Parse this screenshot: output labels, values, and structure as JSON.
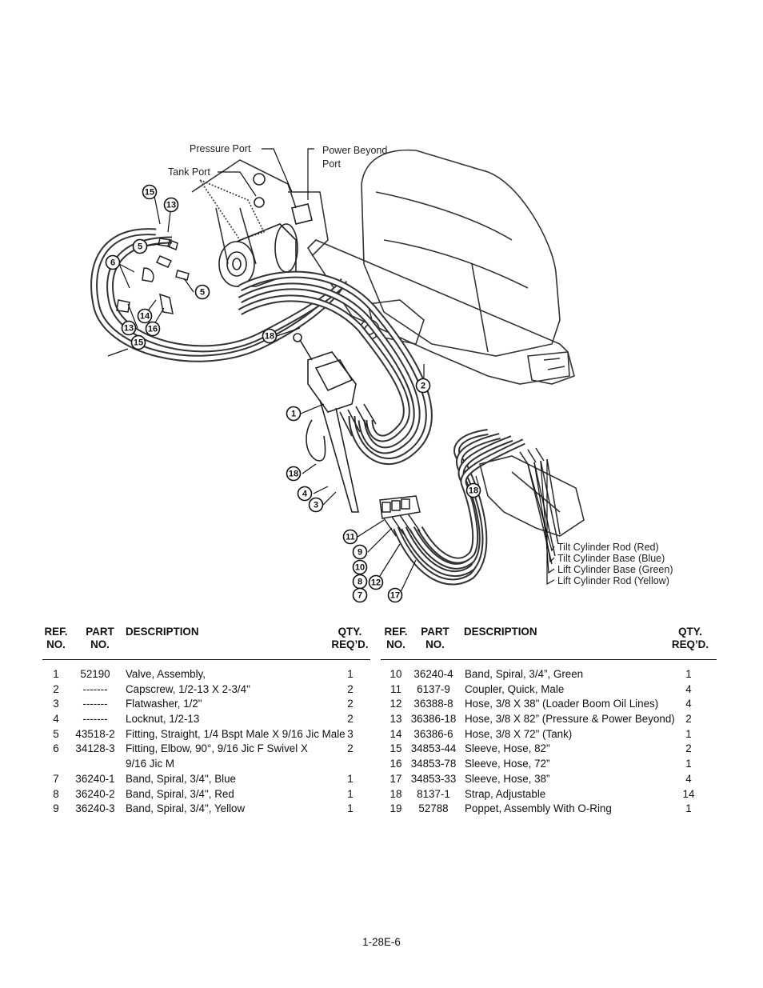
{
  "diagram": {
    "labels": {
      "pressure_port": "Pressure Port",
      "tank_port": "Tank Port",
      "power_beyond": "Power Beyond",
      "power_beyond_2": "Port",
      "tilt_rod": "Tilt Cylinder Rod (Red)",
      "tilt_base": "Tilt Cylinder Base (Blue)",
      "lift_base": "Lift Cylinder Base (Green)",
      "lift_rod": "Lift Cylinder Rod (Yellow)"
    },
    "callouts": [
      "15",
      "13",
      "5",
      "6",
      "5",
      "13",
      "14",
      "16",
      "15",
      "18",
      "1",
      "2",
      "18",
      "4",
      "3",
      "18",
      "11",
      "9",
      "10",
      "8",
      "7",
      "12",
      "17"
    ]
  },
  "table": {
    "headers": {
      "ref": "REF.\nNO.",
      "part": "PART\nNO.",
      "desc": "DESCRIPTION",
      "qty": "QTY.\nREQ’D."
    },
    "left_rows": [
      {
        "ref": "1",
        "part": "52190",
        "desc": "Valve, Assembly,",
        "qty": "1"
      },
      {
        "ref": "2",
        "part": "-------",
        "desc": "Capscrew, 1/2-13 X 2-3/4\"",
        "qty": "2"
      },
      {
        "ref": "3",
        "part": "-------",
        "desc": "Flatwasher, 1/2\"",
        "qty": "2"
      },
      {
        "ref": "4",
        "part": "-------",
        "desc": "Locknut, 1/2-13",
        "qty": "2"
      },
      {
        "ref": "5",
        "part": "43518-2",
        "desc": "Fitting, Straight, 1/4 Bspt Male X 9/16 Jic Male",
        "qty": "3"
      },
      {
        "ref": "6",
        "part": "34128-3",
        "desc": "Fitting, Elbow, 90°, 9/16 Jic F Swivel X",
        "qty": "2"
      },
      {
        "ref": "",
        "part": "",
        "desc": " 9/16 Jic M",
        "qty": ""
      },
      {
        "ref": "7",
        "part": "36240-1",
        "desc": "Band, Spiral, 3/4\", Blue",
        "qty": "1"
      },
      {
        "ref": "8",
        "part": "36240-2",
        "desc": "Band, Spiral, 3/4\", Red",
        "qty": "1"
      },
      {
        "ref": "9",
        "part": "36240-3",
        "desc": "Band, Spiral, 3/4\", Yellow",
        "qty": "1"
      }
    ],
    "right_rows": [
      {
        "ref": "10",
        "part": "36240-4",
        "desc": "Band, Spiral, 3/4”, Green",
        "qty": "1"
      },
      {
        "ref": "11",
        "part": "6137-9",
        "desc": "Coupler, Quick, Male",
        "qty": "4"
      },
      {
        "ref": "12",
        "part": "36388-8",
        "desc": "Hose, 3/8 X 38\" (Loader Boom Oil Lines)",
        "qty": "4"
      },
      {
        "ref": "13",
        "part": "36386-18",
        "desc": "Hose, 3/8 X 82” (Pressure & Power Beyond)",
        "qty": "2"
      },
      {
        "ref": "14",
        "part": "36386-6",
        "desc": "Hose, 3/8 X 72\" (Tank)",
        "qty": "1"
      },
      {
        "ref": "15",
        "part": "34853-44",
        "desc": "Sleeve, Hose, 82\"",
        "qty": "2"
      },
      {
        "ref": "16",
        "part": "34853-78",
        "desc": "Sleeve, Hose, 72”",
        "qty": "1"
      },
      {
        "ref": "17",
        "part": "34853-33",
        "desc": "Sleeve, Hose, 38”",
        "qty": "4"
      },
      {
        "ref": "18",
        "part": "8137-1",
        "desc": "Strap, Adjustable",
        "qty": "14"
      },
      {
        "ref": "19",
        "part": "52788",
        "desc": "Poppet, Assembly With O-Ring",
        "qty": "1"
      }
    ]
  },
  "footer": {
    "page_number": "1-28E-6"
  }
}
